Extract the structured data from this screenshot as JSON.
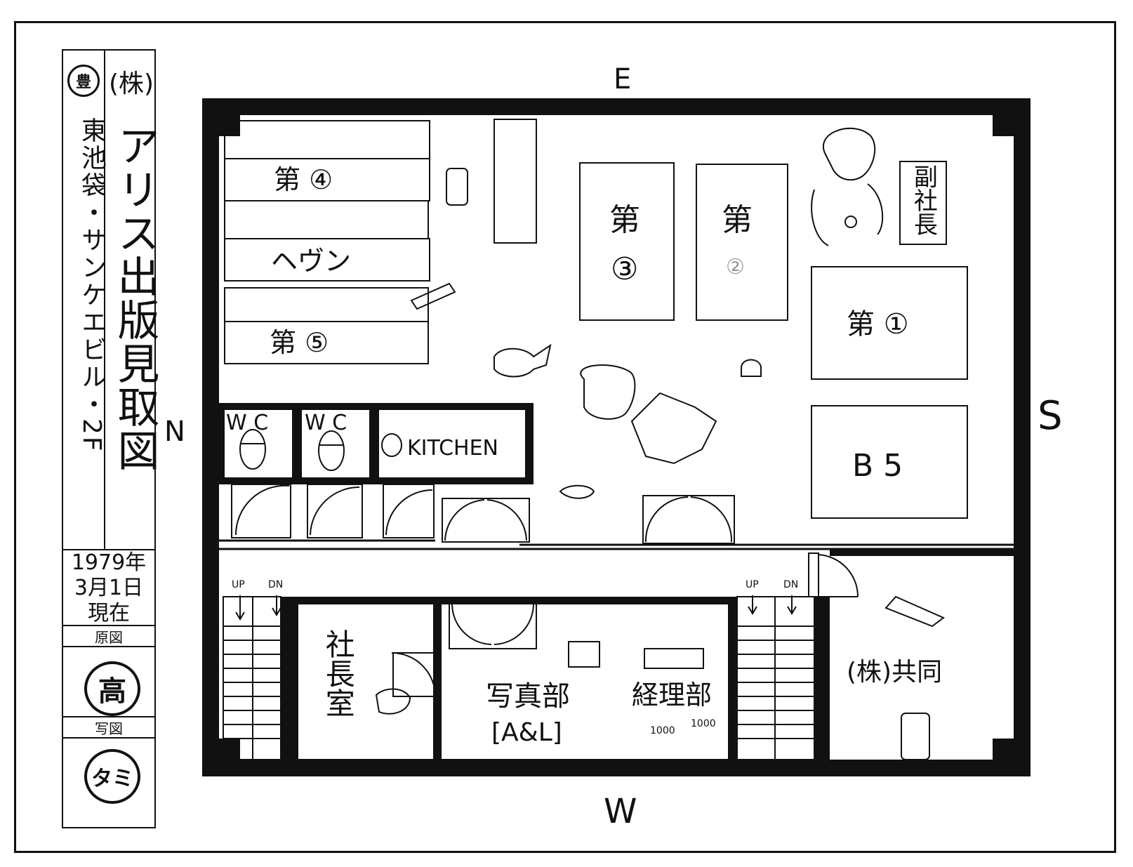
{
  "title_block": {
    "stamp": "豊",
    "company": "(株)",
    "title": "アリス出版見取図",
    "address": "東池袋・サンケエビル・2F",
    "date_line1": "1979年",
    "date_line2": "3月1日",
    "date_line3": "現在",
    "original_label": "原図",
    "original_stamp": "高",
    "drawing_label": "写図",
    "drawing_stamp": "タミ"
  },
  "compass": {
    "north": "N",
    "south": "S",
    "east": "E",
    "west": "W"
  },
  "rooms": {
    "desk4": "第 ④",
    "heaven": "ヘヴン",
    "desk5": "第 ⑤",
    "desk3_a": "第",
    "desk3_b": "③",
    "desk2_a": "第",
    "desk2_b": "②",
    "desk1": "第 ①",
    "b5": "B 5",
    "vice_president": "副社長",
    "wc1": "W C",
    "wc2": "W C",
    "kitchen": "KITCHEN",
    "president_room": "社長室",
    "photo_dept": "写真部",
    "photo_dept_sub": "[A&L]",
    "accounting": "経理部",
    "kyodo": "(株)共同",
    "up1": "UP",
    "dn1": "DN",
    "up2": "UP",
    "dn2": "DN",
    "money1": "1000",
    "money2": "1000"
  }
}
